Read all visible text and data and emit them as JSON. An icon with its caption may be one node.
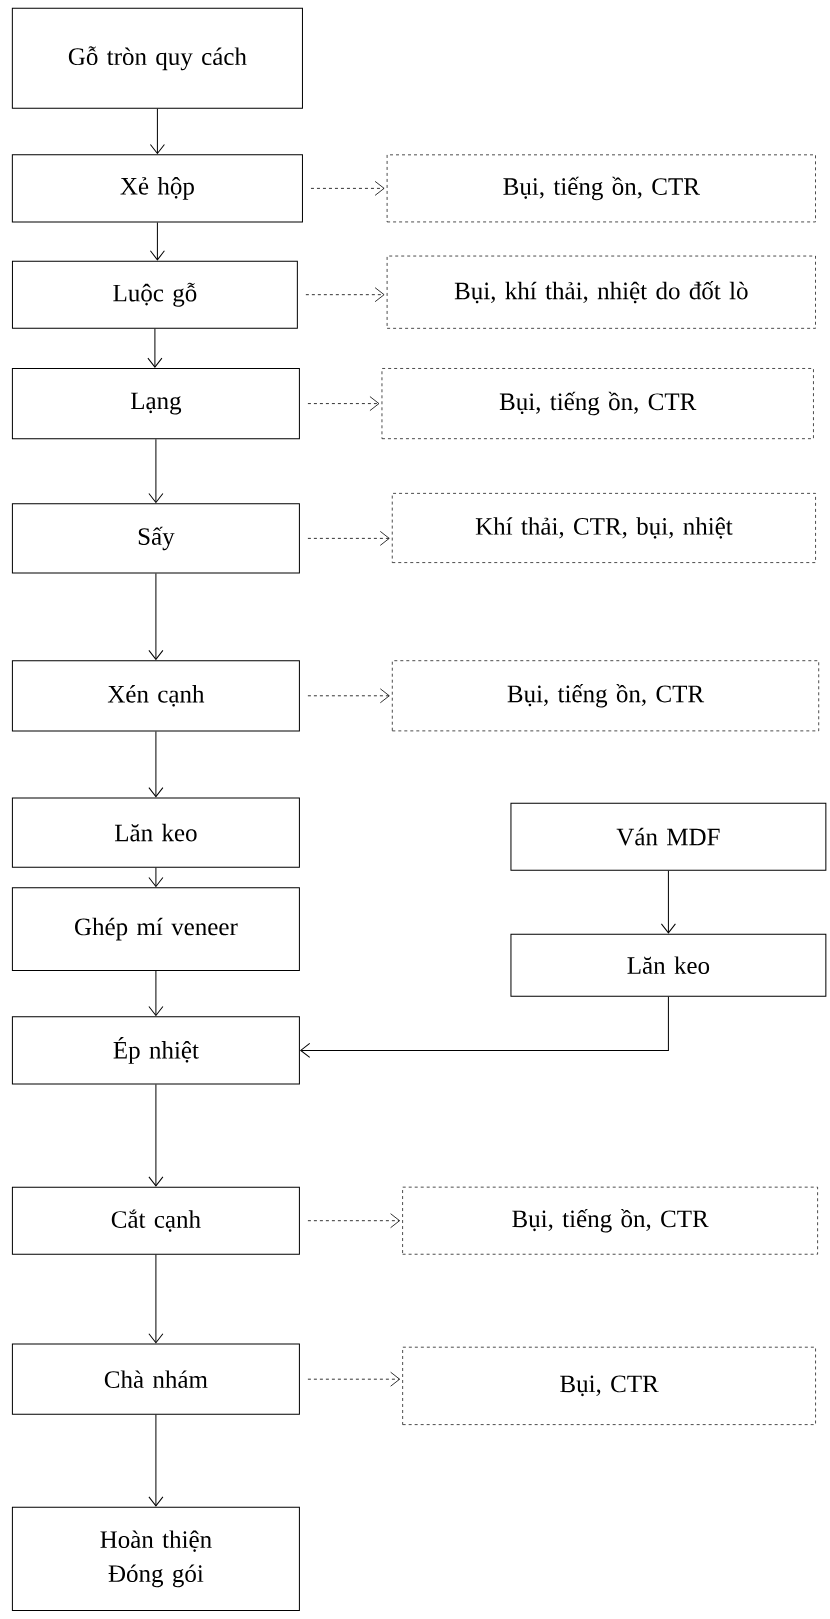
{
  "diagram": {
    "nodes": [
      {
        "text": [
          "Gỗ tròn quy cách"
        ]
      },
      {
        "text": [
          "Xẻ hộp"
        ]
      },
      {
        "text": [
          "Bụi, tiếng ồn, CTR"
        ]
      },
      {
        "text": [
          "Luộc gỗ"
        ]
      },
      {
        "text": [
          "Bụi, khí thải, nhiệt do đốt lò"
        ]
      },
      {
        "text": [
          "Lạng"
        ]
      },
      {
        "text": [
          "Bụi, tiếng ồn, CTR"
        ]
      },
      {
        "text": [
          "Sấy"
        ]
      },
      {
        "text": [
          "Khí thải, CTR, bụi, nhiệt"
        ]
      },
      {
        "text": [
          "Xén cạnh"
        ]
      },
      {
        "text": [
          "Bụi, tiếng ồn, CTR"
        ]
      },
      {
        "text": [
          "Lăn keo"
        ]
      },
      {
        "text": [
          "Ván MDF"
        ]
      },
      {
        "text": [
          "Ghép mí veneer"
        ]
      },
      {
        "text": [
          "Lăn keo"
        ]
      },
      {
        "text": [
          "Ép nhiệt"
        ]
      },
      {
        "text": [
          "Cắt cạnh"
        ]
      },
      {
        "text": [
          "Bụi, tiếng ồn, CTR"
        ]
      },
      {
        "text": [
          "Chà nhám"
        ]
      },
      {
        "text": [
          "Bụi, CTR"
        ]
      },
      {
        "text": [
          "Hoàn thiện Đóng gói"
        ]
      }
    ],
    "edges": [
      {
        "from": 0,
        "to": 1,
        "arrow": "to"
      },
      {
        "from": 1,
        "to": 2,
        "arrow": "to",
        "style": "dashed"
      },
      {
        "from": 1,
        "to": 3,
        "arrow": "to"
      },
      {
        "from": 3,
        "to": 4,
        "arrow": "to",
        "style": "dashed"
      },
      {
        "from": 3,
        "to": 5,
        "arrow": "to"
      },
      {
        "from": 5,
        "to": 6,
        "arrow": "to",
        "style": "dashed"
      },
      {
        "from": 5,
        "to": 7,
        "arrow": "to"
      },
      {
        "from": 7,
        "to": 8,
        "arrow": "to",
        "style": "dashed"
      },
      {
        "from": 7,
        "to": 9,
        "arrow": "to"
      },
      {
        "from": 9,
        "to": 10,
        "arrow": "to",
        "style": "dashed"
      },
      {
        "from": 9,
        "to": 11,
        "arrow": "to"
      },
      {
        "from": 11,
        "to": 13,
        "arrow": "to"
      },
      {
        "from": 12,
        "to": 14,
        "arrow": "to"
      },
      {
        "from": 13,
        "to": 15,
        "arrow": "to"
      },
      {
        "from": 14,
        "to": 15,
        "arrow": "to"
      },
      {
        "from": 15,
        "to": 16,
        "arrow": "to"
      },
      {
        "from": 16,
        "to": 17,
        "arrow": "to",
        "style": "dashed"
      },
      {
        "from": 16,
        "to": 18,
        "arrow": "to"
      },
      {
        "from": 18,
        "to": 19,
        "arrow": "to",
        "style": "dashed"
      },
      {
        "from": 18,
        "to": 20,
        "arrow": "to"
      }
    ]
  }
}
